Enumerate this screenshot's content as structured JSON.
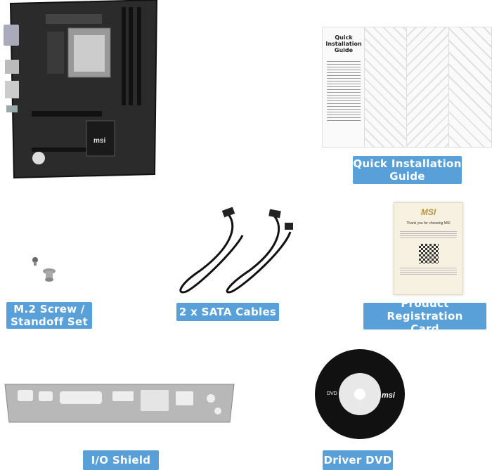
{
  "items": [
    {
      "id": "motherboard",
      "icon": "motherboard-image"
    },
    {
      "id": "guide",
      "icon": "quick-installation-guide-image",
      "lines": [
        "Quick Installation Guide"
      ],
      "cover_title_lines": [
        "Quick",
        "Installation",
        "Guide"
      ]
    },
    {
      "id": "m2",
      "icon": "m2-screw-image",
      "lines": [
        "M.2 Screw /",
        "Standoff Set"
      ]
    },
    {
      "id": "sata",
      "icon": "sata-cables-image",
      "lines": [
        "2 x SATA Cables"
      ]
    },
    {
      "id": "card",
      "icon": "registration-card-image",
      "lines": [
        "Product Registration",
        "Card"
      ],
      "card_logo": "MSI",
      "card_title": "Thank you for choosing MSI"
    },
    {
      "id": "io",
      "icon": "io-shield-image",
      "lines": [
        "I/O Shield"
      ]
    },
    {
      "id": "dvd",
      "icon": "driver-dvd-image",
      "lines": [
        "Driver DVD"
      ],
      "disc_logo": "msi",
      "disc_text": "DVD"
    }
  ],
  "labels": {
    "guide_l1": "Quick Installation",
    "guide_l2": "Guide",
    "m2_l1": "M.2 Screw /",
    "m2_l2": "Standoff Set",
    "sata": "2 x SATA Cables",
    "card_l1": "Product Registration",
    "card_l2": "Card",
    "io": "I/O Shield",
    "dvd": "Driver DVD"
  },
  "art": {
    "guide_cover_1": "Quick",
    "guide_cover_2": "Installation",
    "guide_cover_3": "Guide",
    "card_logo": "MSI",
    "card_title": "Thank you for choosing MSI",
    "disc_logo": "msi",
    "disc_dvd": "DVD",
    "board_logo": "msi"
  },
  "colors": {
    "label_bg": "#5aa0d8",
    "label_text": "#ffffff",
    "board": "#2b2b2b",
    "card": "#f7f1e1"
  }
}
